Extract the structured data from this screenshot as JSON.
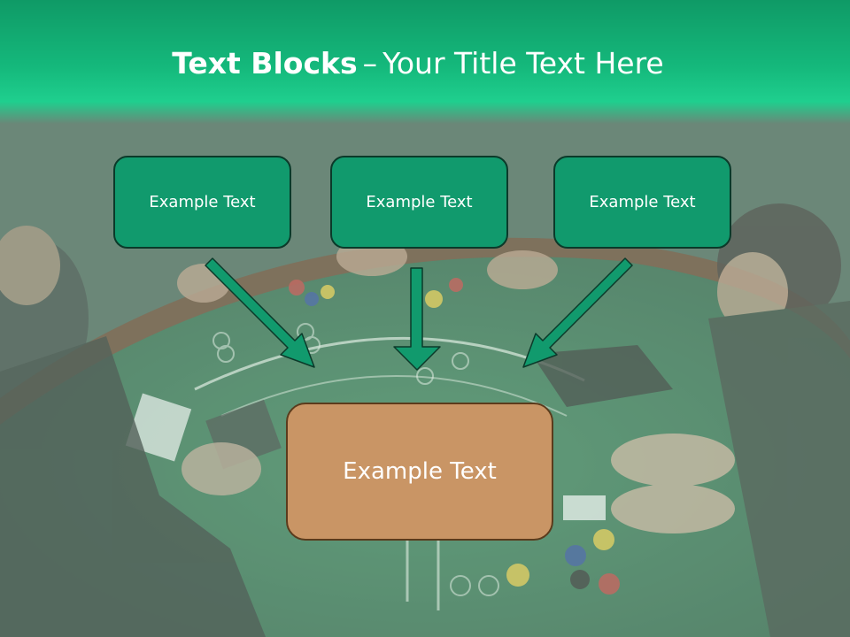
{
  "title": {
    "bold": "Text Blocks",
    "dash": "–",
    "rest": "Your Title Text Here"
  },
  "blocks": {
    "left": "Example Text",
    "center": "Example Text",
    "right": "Example Text",
    "main": "Example Text"
  },
  "colors": {
    "title_bar": "#15b97c",
    "small_block_fill": "#119a6d",
    "small_block_border": "#0b3a2a",
    "main_block_fill": "#c99565",
    "main_block_border": "#5b3b1c",
    "arrow": "#119a6d"
  }
}
